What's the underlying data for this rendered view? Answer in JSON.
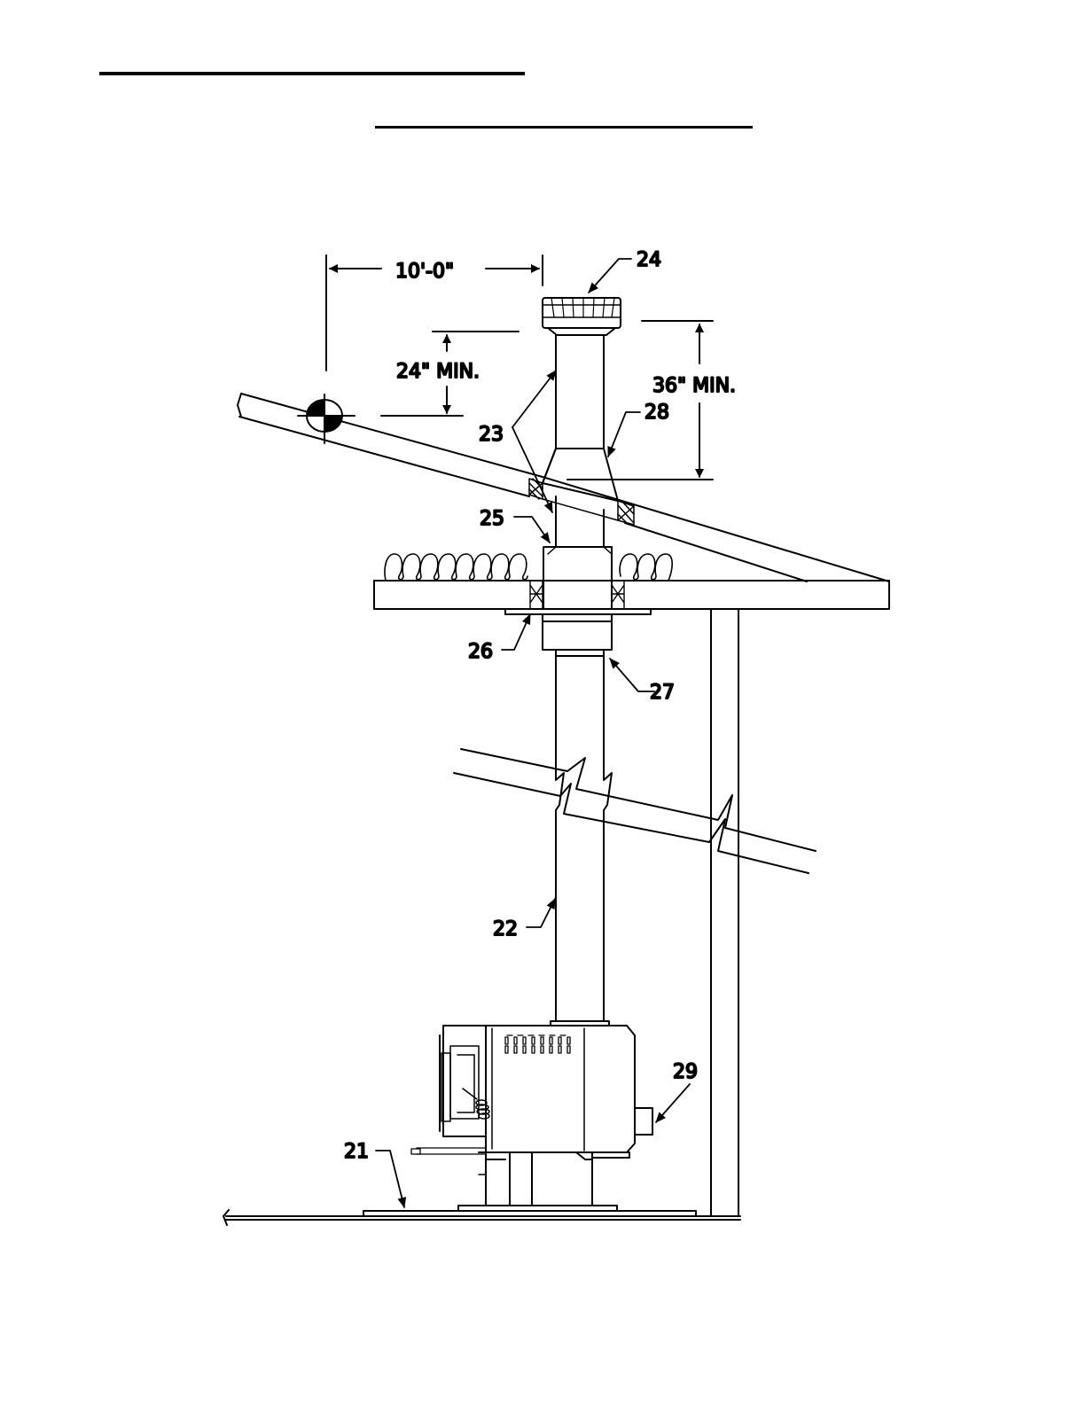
{
  "header": {
    "rule_top_color": "#000000",
    "rule_sub_color": "#000000"
  },
  "diagram": {
    "dimensions": {
      "horizontal": "10'-0\"",
      "left_vertical": "24\" MIN.",
      "right_vertical": "36\" MIN."
    },
    "callouts": {
      "c21": "21",
      "c22": "22",
      "c23": "23",
      "c24": "24",
      "c25": "25",
      "c26": "26",
      "c27": "27",
      "c28": "28",
      "c29": "29"
    },
    "icons": {
      "reference_point": "center-of-mass-icon",
      "insulation": "insulation-icon",
      "break": "break-line-icon"
    },
    "colors": {
      "line": "#000000",
      "background": "#ffffff"
    }
  }
}
